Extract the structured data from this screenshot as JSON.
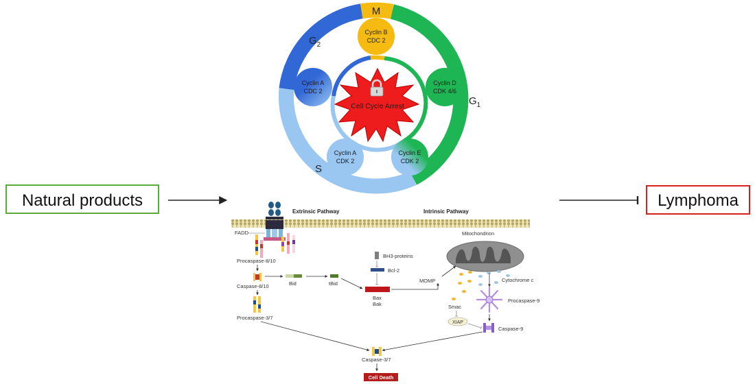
{
  "left_box": {
    "label": "Natural products",
    "border_color": "#5aab3c"
  },
  "right_box": {
    "label": "Lymphoma",
    "border_color": "#d9201d"
  },
  "cell_cycle": {
    "phases": {
      "m": "M",
      "g1": "G",
      "g1_sub": "1",
      "g2": "G",
      "g2_sub": "2",
      "s": "S"
    },
    "colors": {
      "m": "#f5bb10",
      "g1": "#1eb554",
      "g2": "#3267d6",
      "s": "#9ac7f2"
    },
    "complexes": {
      "cyclin_b": [
        "Cyclin B",
        "CDC 2"
      ],
      "cyclin_d": [
        "Cyclin D",
        "CDK 4/6"
      ],
      "cyclin_a_g2": [
        "Cyclin A",
        "CDC 2"
      ],
      "cyclin_a_s": [
        "Cyclin A",
        "CDK 2"
      ],
      "cyclin_e": [
        "Cyclin E",
        "CDK 2"
      ]
    },
    "arrest_label": "Cell Cycle Arrest"
  },
  "apoptosis": {
    "extrinsic_title": "Extrinsic Pathway",
    "intrinsic_title": "Intrinsic Pathway",
    "fadd": "FADD",
    "procaspase_8_10": "Procaspase-8/10",
    "caspase_8_10": "Caspase-8/10",
    "bid": "Bid",
    "tbid": "tBid",
    "procaspase_3_7": "Procaspase-3/7",
    "bh3": "BH3-proteins",
    "bcl2": "Bcl-2",
    "bax": "Bax",
    "bak": "Bak",
    "mitochondrion": "Mitochondrion",
    "momp": "MOMP",
    "cytochrome_c": "Cytochrome c",
    "procaspase_9": "Procaspase-9",
    "smac": "Smac",
    "xiap": "XIAP",
    "caspase_9": "Caspase-9",
    "caspase_3_7": "Caspase-3/7",
    "cell_death": "Cell Death"
  }
}
